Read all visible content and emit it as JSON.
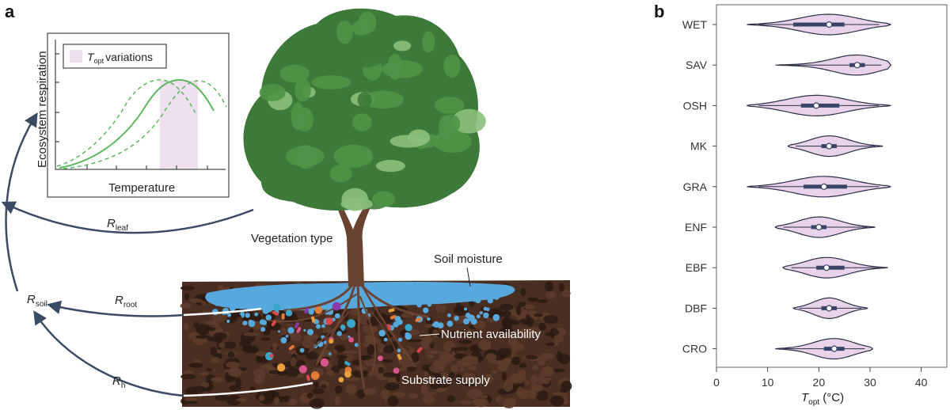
{
  "panel_a": {
    "label": "a",
    "inset": {
      "ylabel": "Ecosystem respiration",
      "xlabel": "Temperature",
      "legend_prefix": "T",
      "legend_sub": "opt",
      "legend_suffix": "variations",
      "band_color": "#efe0f0",
      "curve_color": "#5cb85c"
    },
    "labels": {
      "r_leaf": "R",
      "r_leaf_sub": "leaf",
      "r_root": "R",
      "r_root_sub": "root",
      "r_soil": "R",
      "r_soil_sub": "soil",
      "r_h": "R",
      "r_h_sub": "h",
      "vegetation": "Vegetation type",
      "soil_moisture": "Soil moisture",
      "nutrient": "Nutrient availability",
      "substrate": "Substrate supply"
    },
    "colors": {
      "arrow": "#3a4b63",
      "soil": "#4a2e22",
      "water": "#57a9dd",
      "trunk": "#6a4230",
      "canopy_dark": "#3d7a3a",
      "canopy_mid": "#4f9447",
      "canopy_light": "#8bc07a"
    }
  },
  "panel_b": {
    "label": "b",
    "chart_data": {
      "type": "violin",
      "xlabel_prefix": "T",
      "xlabel_sub": "opt",
      "xlabel_suffix": " (°C)",
      "xlim": [
        0,
        45
      ],
      "xticks": [
        "0",
        "10",
        "20",
        "30",
        "40"
      ],
      "categories": [
        "WET",
        "SAV",
        "OSH",
        "MK",
        "GRA",
        "ENF",
        "EBF",
        "DBF",
        "CRO"
      ],
      "median": [
        22,
        27.5,
        19.5,
        22,
        21,
        20,
        21.5,
        22,
        23
      ],
      "q1": [
        15,
        26,
        16.5,
        20.5,
        17,
        18.5,
        19.5,
        20.5,
        21
      ],
      "q3": [
        25,
        29,
        24,
        23.5,
        25.5,
        21.5,
        25,
        23.5,
        25
      ],
      "min": [
        6,
        11.5,
        6,
        14,
        6,
        11.5,
        13,
        15,
        11.5
      ],
      "max": [
        34,
        34,
        34,
        32.5,
        34,
        31,
        33.5,
        29.5,
        30.5
      ],
      "fill_color": "#e9d3ea",
      "edge_color": "#2a2f44"
    }
  }
}
